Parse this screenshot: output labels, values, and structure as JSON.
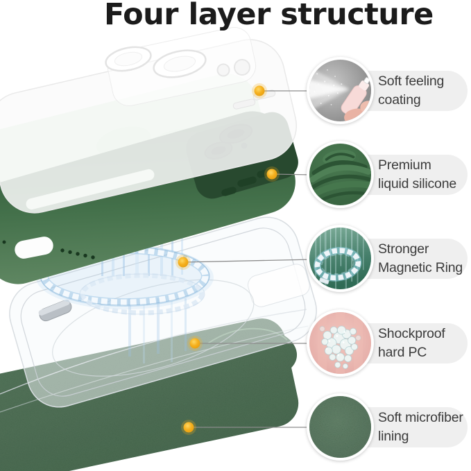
{
  "header": {
    "title": "Four layer structure"
  },
  "colors": {
    "title-text": "#1b1b1b",
    "pill-bg": "#efefef",
    "pill-text": "#3b3b3b",
    "callout-dot": "#f4b01e",
    "connector-line": "#8c8c8c",
    "silicone-green": "#39603f",
    "mint-green": "#cbe8cb",
    "frosted-white": "#fafafa",
    "microfiber-green": "#4c7a55",
    "magnet-glow-blue": "#9fc6e6",
    "clear-pc": "#eef3f6"
  },
  "callouts": [
    {
      "id": "soft-feeling-coating",
      "label_lines": [
        "Soft feeling",
        "coating"
      ],
      "photo": "spray-coating-photo"
    },
    {
      "id": "premium-liquid-silicone",
      "label_lines": [
        "Premium",
        "liquid silicone"
      ],
      "photo": "liquid-silicone-photo"
    },
    {
      "id": "stronger-magnetic-ring",
      "label_lines": [
        "Stronger",
        "Magnetic Ring"
      ],
      "photo": "magnetic-ring-photo"
    },
    {
      "id": "shockproof-hard-pc",
      "label_lines": [
        "Shockproof",
        "hard PC"
      ],
      "photo": "hard-pc-granules-photo"
    },
    {
      "id": "soft-microfiber-lining",
      "label_lines": [
        "Soft microfiber",
        "lining"
      ],
      "photo": "microfiber-texture-photo"
    }
  ],
  "diagram": {
    "layers": [
      "frosted soft-coating outer case",
      "green liquid silicone case",
      "magnetic ring array",
      "clear shockproof hard PC shell",
      "green microfiber lining sheet"
    ]
  }
}
